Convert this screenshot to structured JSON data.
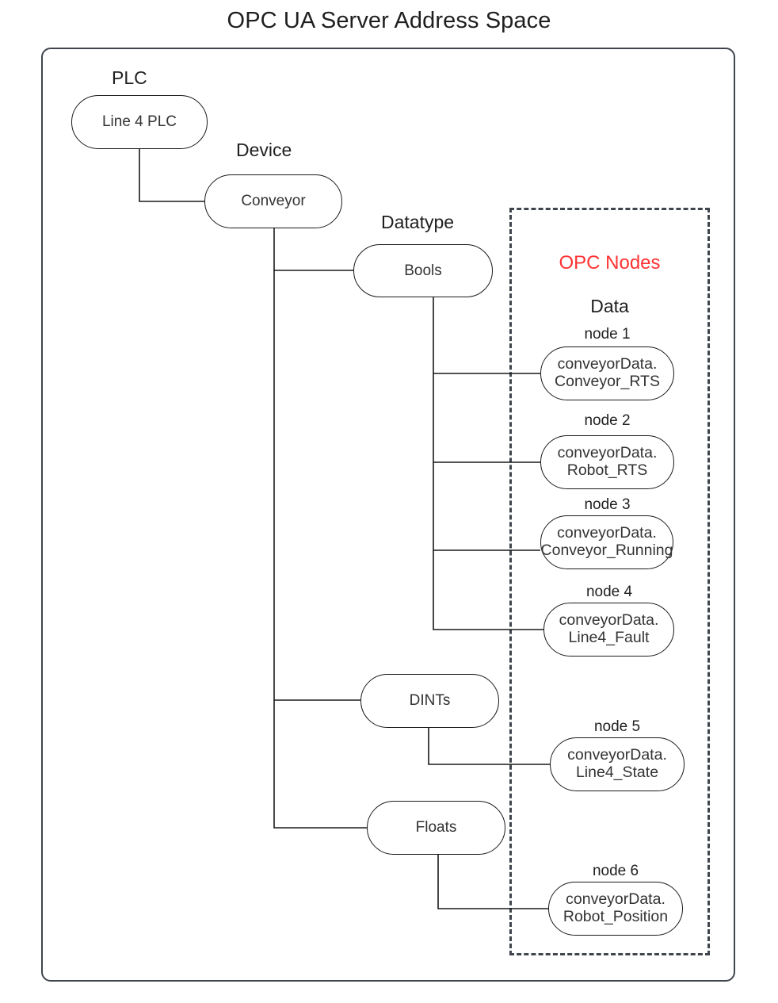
{
  "page": {
    "title": "OPC UA Server Address Space",
    "accent_red": "#ff3333",
    "stroke_color": "#3f444d",
    "node_stroke": "#1a1a1a",
    "background": "#ffffff"
  },
  "container": {
    "name": "address-space-boundary"
  },
  "opc_group": {
    "heading": "OPC Nodes",
    "subheading": "Data"
  },
  "labels": {
    "plc": "PLC",
    "device": "Device",
    "datatype": "Datatype"
  },
  "tree": {
    "plc_node": {
      "label": "Line 4 PLC"
    },
    "device_node": {
      "label": "Conveyor"
    },
    "datatypes": [
      {
        "label": "Bools"
      },
      {
        "label": "DINTs"
      },
      {
        "label": "Floats"
      }
    ]
  },
  "opc_nodes": [
    {
      "caption": "node 1",
      "line1": "conveyorData.",
      "line2": "Conveyor_RTS"
    },
    {
      "caption": "node 2",
      "line1": "conveyorData.",
      "line2": "Robot_RTS"
    },
    {
      "caption": "node 3",
      "line1": "conveyorData.",
      "line2": "Conveyor_Running"
    },
    {
      "caption": "node 4",
      "line1": "conveyorData.",
      "line2": "Line4_Fault"
    },
    {
      "caption": "node 5",
      "line1": "conveyorData.",
      "line2": "Line4_State"
    },
    {
      "caption": "node 6",
      "line1": "conveyorData.",
      "line2": "Robot_Position"
    }
  ]
}
